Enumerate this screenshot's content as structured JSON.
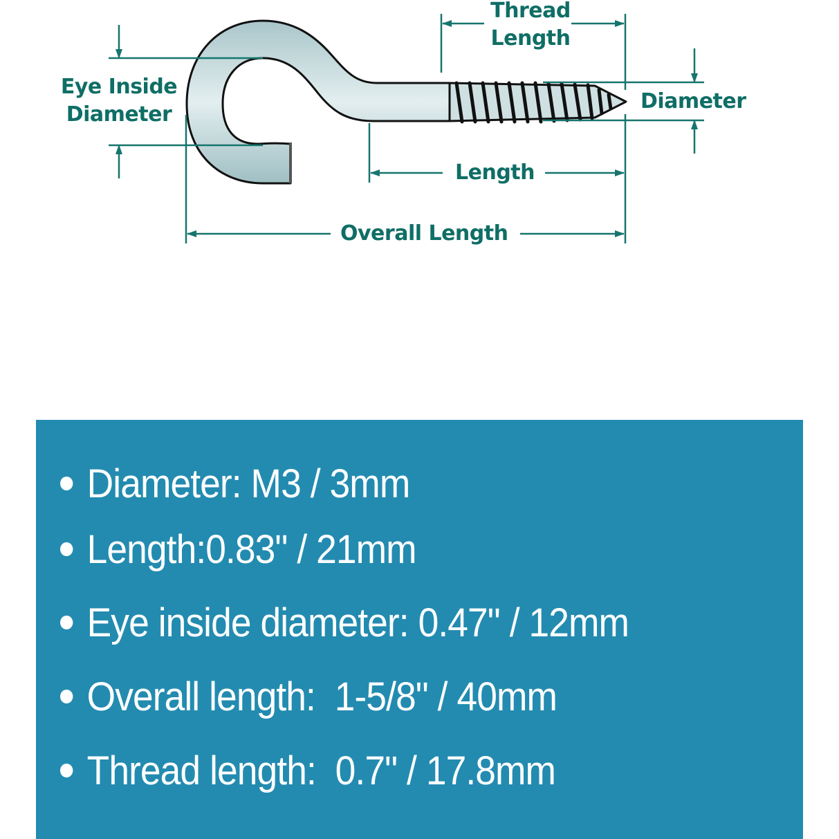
{
  "diagram": {
    "title": "Screw eye hook dimension diagram",
    "labels": {
      "eye_inside_diameter": [
        "Eye Inside",
        "Diameter"
      ],
      "thread_length": [
        "Thread",
        "Length"
      ],
      "diameter": "Diameter",
      "length": "Length",
      "overall_length": "Overall Length"
    },
    "colors": {
      "dimension_line": "#16756d",
      "hook_fill": "#c7dcdf",
      "hook_outline": "#111111"
    }
  },
  "specs": {
    "background_color": "#238bb0",
    "text_color": "#ffffff",
    "items": [
      {
        "label": "Diameter:",
        "value": "M3 / 3mm",
        "text": "Diameter: M3 / 3mm"
      },
      {
        "label": "Length:",
        "value": "0.83\" / 21mm",
        "text": "Length:0.83\" / 21mm"
      },
      {
        "label": "Eye inside diameter:",
        "value": "0.47\" / 12mm",
        "text": "Eye inside diameter: 0.47\" / 12mm"
      },
      {
        "label": "Overall length:",
        "value": "1-5/8\" / 40mm",
        "text": "Overall length:  1-5/8\" / 40mm"
      },
      {
        "label": "Thread length:",
        "value": "0.7\" / 17.8mm",
        "text": "Thread length:  0.7\" / 17.8mm"
      }
    ]
  }
}
